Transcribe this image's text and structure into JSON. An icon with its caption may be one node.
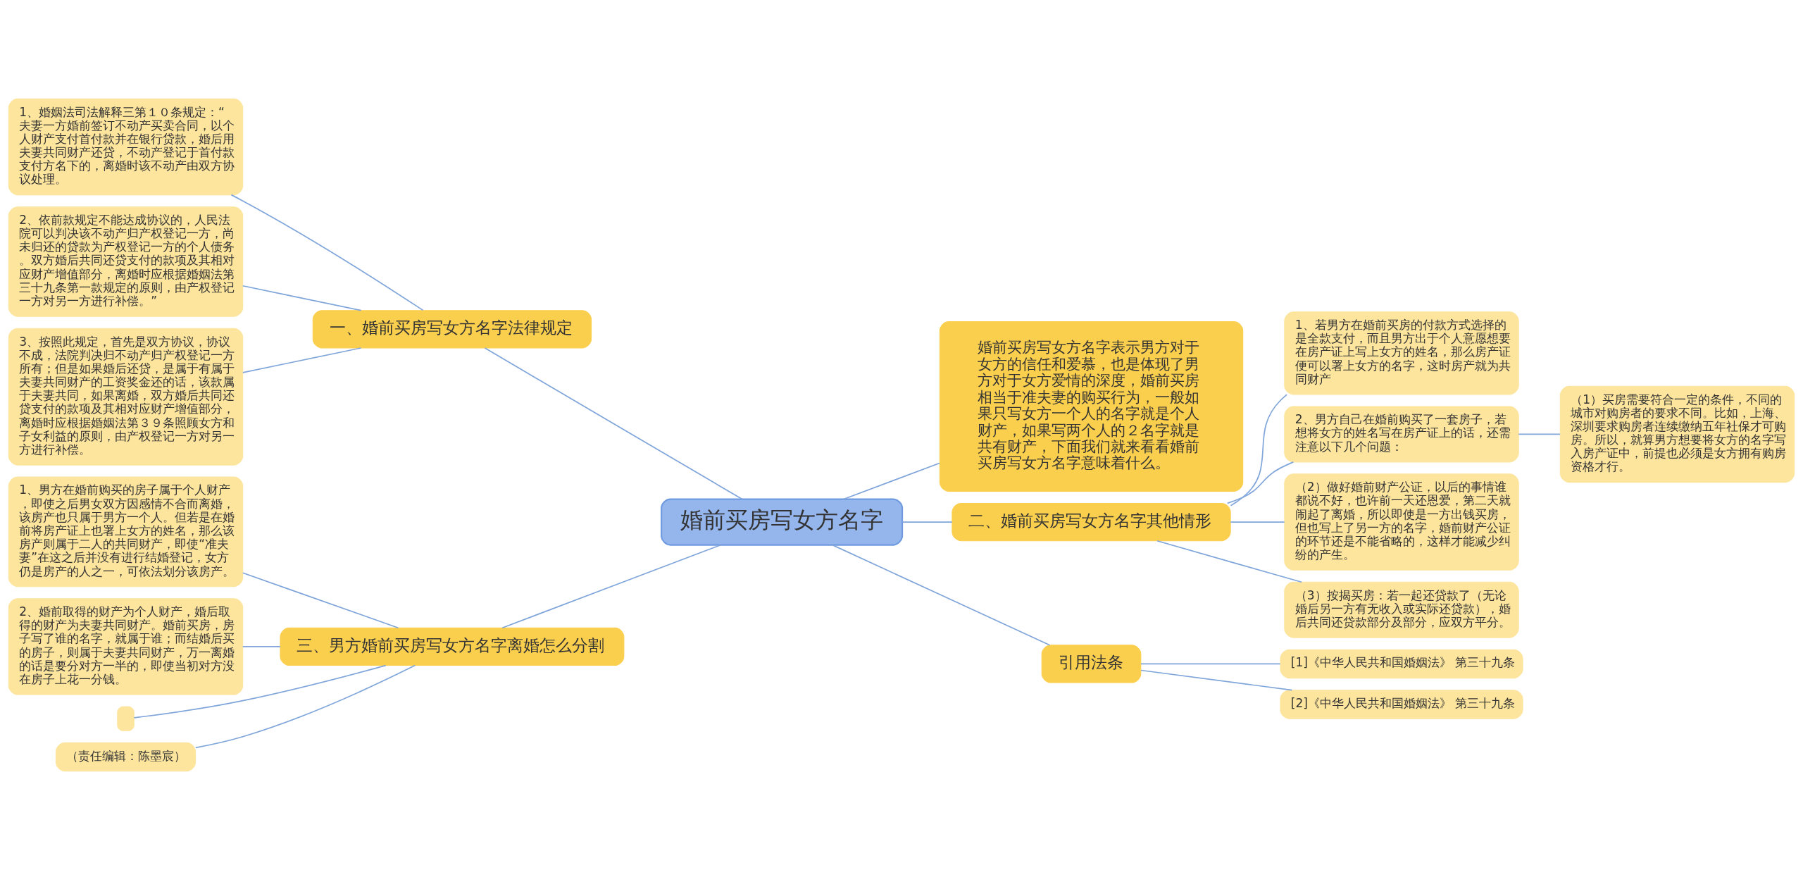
{
  "diagram": {
    "nodes": [
      {
        "text": [
          "婚前买房写女方名字"
        ]
      },
      {
        "text": [
          "婚前买房写女方名字表示男方对于女方的信任和爱慕，也是体现了男方对于女方爱情的深度，婚前买房相当于准夫妻的购买行为，一般如果只写女方一个人的名字就是个人财产，如果写两个人的２名字就是共有财产，下面我们就来看看婚前买房写女方名字意味着什么。"
        ]
      },
      {
        "text": [
          "一、婚前买房写女方名字法律规定"
        ]
      },
      {
        "text": [
          "1、婚姻法司法解释三第１０条规定：“夫妻一方婚前签订不动产买卖合同，以个人财产支付首付款并在银行贷款，婚后用夫妻共同财产还贷，不动产登记于首付款支付方名下的，离婚时该不动产由双方协议处理。"
        ]
      },
      {
        "text": [
          "2、依前款规定不能达成协议的，人民法院可以判决该不动产归产权登记一方，尚未归还的贷款为产权登记一方的个人债务。双方婚后共同还贷支付的款项及其相对应财产增值部分，离婚时应根据婚姻法第三十九条第一款规定的原则，由产权登记一方对另一方进行补偿。”"
        ]
      },
      {
        "text": [
          "3、按照此规定，首先是双方协议，协议不成，法院判决归不动产归产权登记一方所有；但是如果婚后还贷，是属于有属于夫妻共同财产的工资奖金还的话，该款属于夫妻共同，如果离婚，双方婚后共同还贷支付的款项及其相对应财产增值部分，离婚时应根据婚姻法第３９条照顾女方和子女利益的原则，由产权登记一方对另一方进行补偿。"
        ]
      },
      {
        "text": [
          "二、婚前买房写女方名字其他情形"
        ]
      },
      {
        "text": [
          "1、若男方在婚前买房的付款方式选择的是全款支付，而且男方出于个人意愿想要在房产证上写上女方的姓名，那么房产证便可以署上女方的名字，这时房产就为共同财产"
        ]
      },
      {
        "text": [
          "2、男方自己在婚前购买了一套房子，若想将女方的姓名写在房产证上的话，还需注意以下几个问题："
        ]
      },
      {
        "text": [
          "（1）买房需要符合一定的条件，不同的城市对购房者的要求不同。比如，上海、深圳要求购房者连续缴纳五年社保才可购房。所以，就算男方想要将女方的名字写入房产证中，前提也必须是女方拥有购房资格才行。"
        ]
      },
      {
        "text": [
          "（2）做好婚前财产公证，以后的事情谁都说不好，也许前一天还恩爱，第二天就闹起了离婚，所以即使是一方出钱买房，但也写上了另一方的名字，婚前财产公证的环节还是不能省略的，这样才能减少纠纷的产生。"
        ]
      },
      {
        "text": [
          "（3）按揭买房：若一起还贷款了（无论婚后另一方有无收入或实际还贷款），婚后共同还贷款部分及部分，应双方平分。"
        ]
      },
      {
        "text": [
          "三、男方婚前买房写女方名字离婚怎么分割"
        ]
      },
      {
        "text": [
          "1、男方在婚前购买的房子属于个人财产，即使之后男女双方因感情不合而离婚，该房产也只属于男方一个人。但若是在婚前将房产证上也署上女方的姓名，那么该房产则属于二人的共同财产，即使“准夫妻”在这之后并没有进行结婚登记，女方仍是房产的人之一，可依法划分该房产。"
        ]
      },
      {
        "text": [
          "2、婚前取得的财产为个人财产，婚后取得的财产为夫妻共同财产。婚前买房，房子写了谁的名字，就属于谁；而结婚后买的房子，则属于夫妻共同财产，万一离婚的话是要分对方一半的，即使当初对方没在房子上花一分钱。"
        ]
      },
      {
        "text": [],
        "shape": "box"
      },
      {
        "text": [
          "（责任编辑：陈墨宸）"
        ]
      },
      {
        "text": [
          "引用法条"
        ]
      },
      {
        "text": [
          "[1]《中华人民共和国婚姻法》 第三十九条"
        ]
      },
      {
        "text": [
          "[2]《中华人民共和国婚姻法》 第三十九条"
        ]
      }
    ],
    "edges": [
      {
        "from": 0,
        "to": 1,
        "arrow": "none"
      },
      {
        "from": 2,
        "to": 0,
        "arrow": "none"
      },
      {
        "from": 3,
        "to": 2,
        "arrow": "none"
      },
      {
        "from": 4,
        "to": 2,
        "arrow": "none"
      },
      {
        "from": 5,
        "to": 2,
        "arrow": "none"
      },
      {
        "from": 0,
        "to": 6,
        "arrow": "none"
      },
      {
        "from": 6,
        "to": 7,
        "arrow": "none"
      },
      {
        "from": 6,
        "to": 8,
        "arrow": "none"
      },
      {
        "from": 8,
        "to": 9,
        "arrow": "none"
      },
      {
        "from": 6,
        "to": 10,
        "arrow": "none"
      },
      {
        "from": 6,
        "to": 11,
        "arrow": "none"
      },
      {
        "from": 12,
        "to": 0,
        "arrow": "none"
      },
      {
        "from": 13,
        "to": 12,
        "arrow": "none"
      },
      {
        "from": 14,
        "to": 12,
        "arrow": "none"
      },
      {
        "from": 15,
        "to": 12,
        "arrow": "none"
      },
      {
        "from": 16,
        "to": 12,
        "arrow": "none"
      },
      {
        "from": 0,
        "to": 17,
        "arrow": "none"
      },
      {
        "from": 17,
        "to": 18,
        "arrow": "none"
      },
      {
        "from": 17,
        "to": 19,
        "arrow": "none"
      }
    ]
  }
}
